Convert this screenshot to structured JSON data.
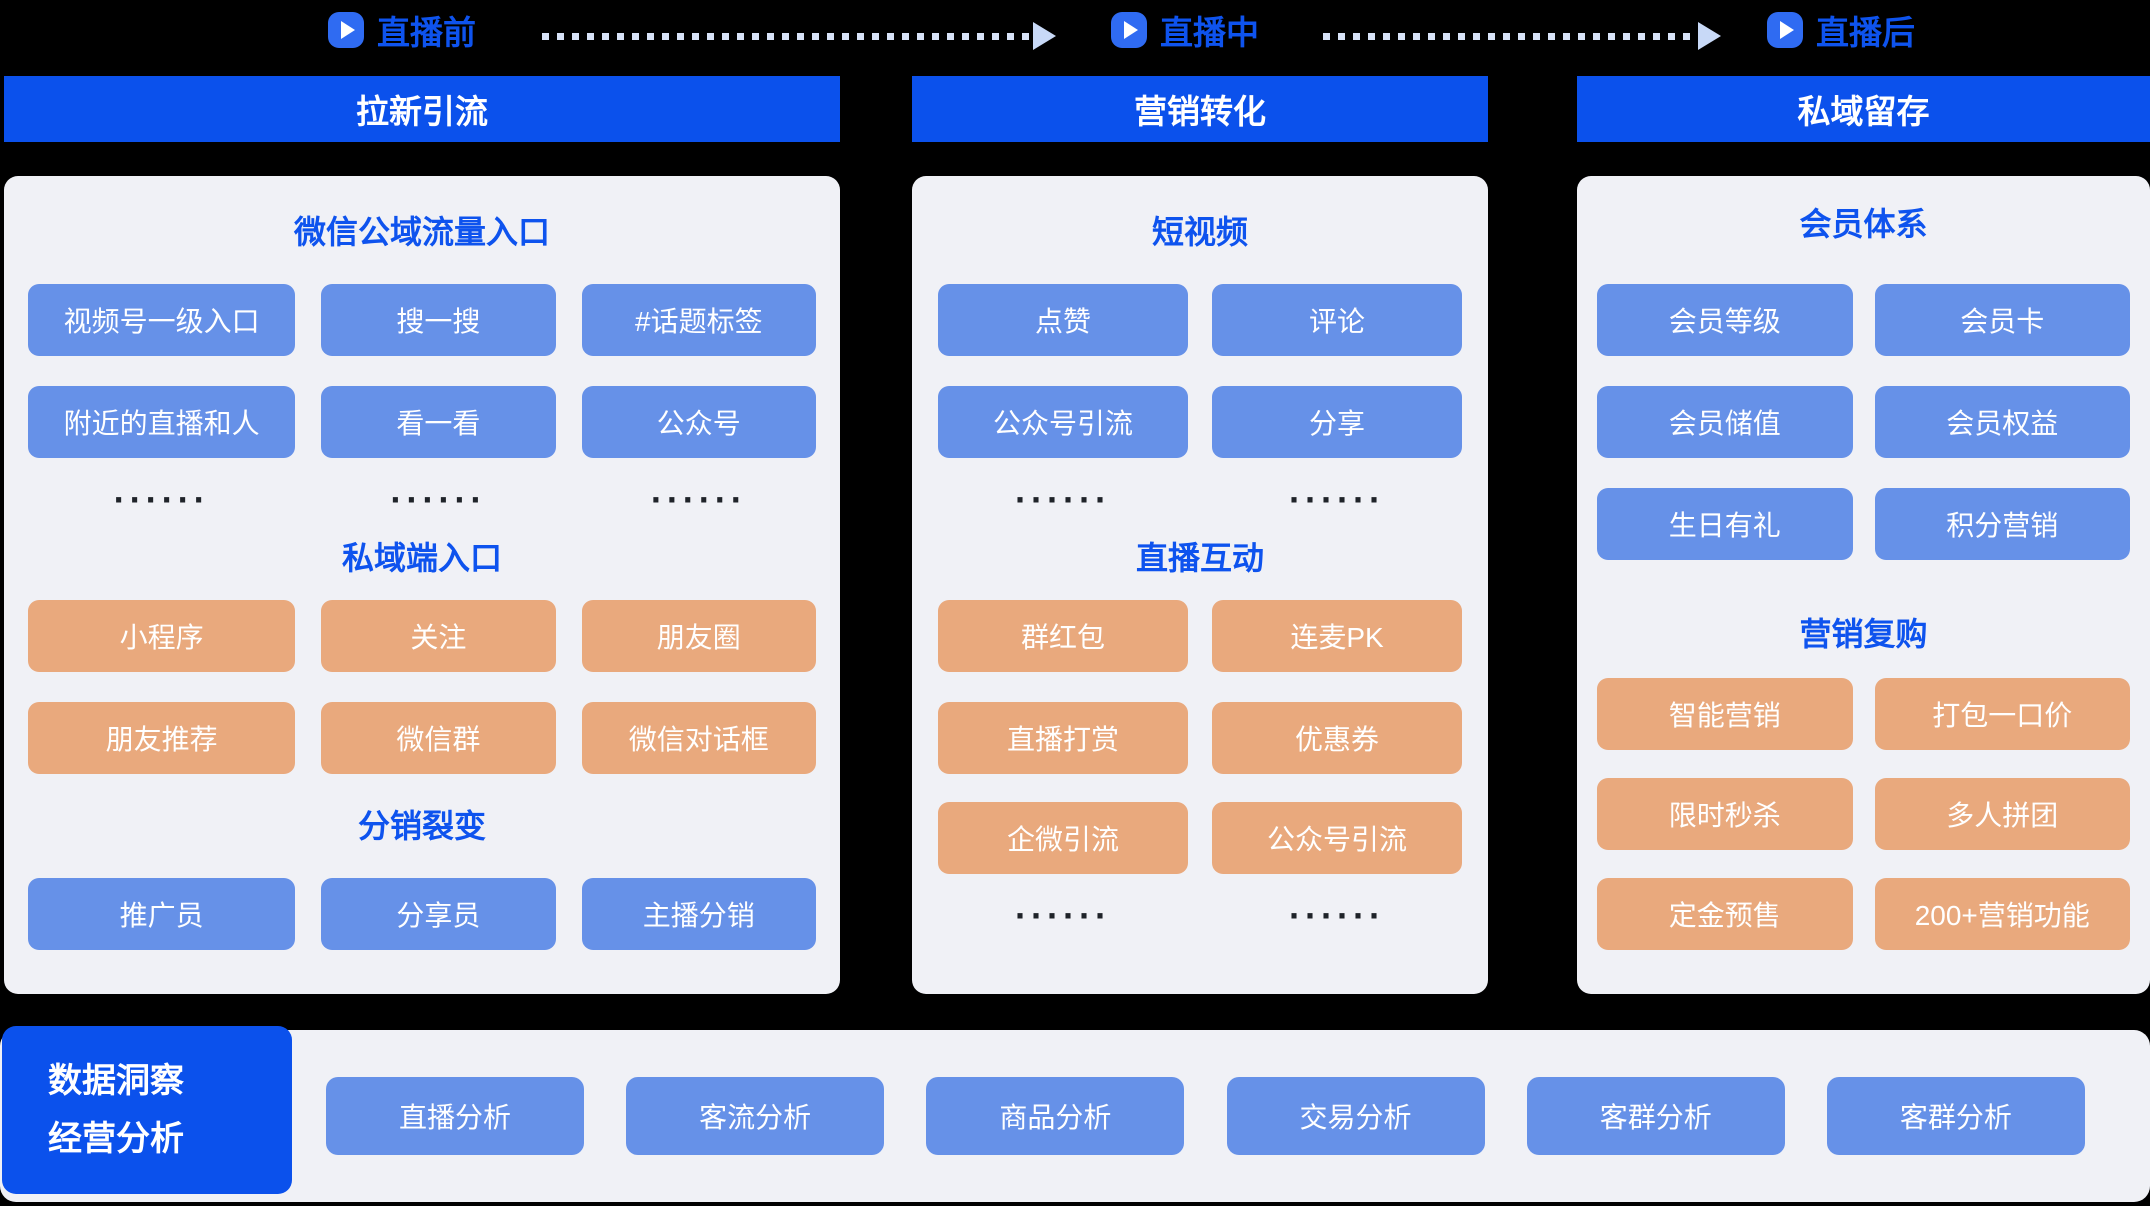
{
  "colors": {
    "accent_blue": "#0b51ec",
    "label_blue": "#0e53ee",
    "light_blue_button": "#6691e8",
    "orange_button": "#e9a97d",
    "panel_bg": "#f0f1f6",
    "page_bg": "#000000"
  },
  "stages": [
    {
      "label": "直播前"
    },
    {
      "label": "直播中"
    },
    {
      "label": "直播后"
    }
  ],
  "columns": [
    {
      "header": "拉新引流",
      "sections": [
        {
          "title": "微信公域流量入口",
          "rows": [
            [
              "视频号一级入口",
              "搜一搜",
              "#话题标签"
            ],
            [
              "附近的直播和人",
              "看一看",
              "公众号"
            ]
          ],
          "dots": [
            "······",
            "······",
            "······"
          ]
        },
        {
          "title": "私域端入口",
          "rows": [
            [
              "小程序",
              "关注",
              "朋友圈"
            ],
            [
              "朋友推荐",
              "微信群",
              "微信对话框"
            ]
          ]
        },
        {
          "title": "分销裂变",
          "rows": [
            [
              "推广员",
              "分享员",
              "主播分销"
            ]
          ]
        }
      ]
    },
    {
      "header": "营销转化",
      "sections": [
        {
          "title": "短视频",
          "rows": [
            [
              "点赞",
              "评论"
            ],
            [
              "公众号引流",
              "分享"
            ]
          ],
          "dots": [
            "······",
            "······"
          ]
        },
        {
          "title": "直播互动",
          "rows": [
            [
              "群红包",
              "连麦PK"
            ],
            [
              "直播打赏",
              "优惠券"
            ],
            [
              "企微引流",
              "公众号引流"
            ]
          ],
          "dots": [
            "······",
            "······"
          ]
        }
      ]
    },
    {
      "header": "私域留存",
      "sections": [
        {
          "title": "会员体系",
          "rows": [
            [
              "会员等级",
              "会员卡"
            ],
            [
              "会员储值",
              "会员权益"
            ],
            [
              "生日有礼",
              "积分营销"
            ]
          ]
        },
        {
          "title": "营销复购",
          "rows": [
            [
              "智能营销",
              "打包一口价"
            ],
            [
              "限时秒杀",
              "多人拼团"
            ],
            [
              "定金预售",
              "200+营销功能"
            ]
          ]
        }
      ]
    }
  ],
  "footer": {
    "label_line1": "数据洞察",
    "label_line2": "经营分析",
    "buttons": [
      "直播分析",
      "客流分析",
      "商品分析",
      "交易分析",
      "客群分析",
      "客群分析"
    ]
  }
}
